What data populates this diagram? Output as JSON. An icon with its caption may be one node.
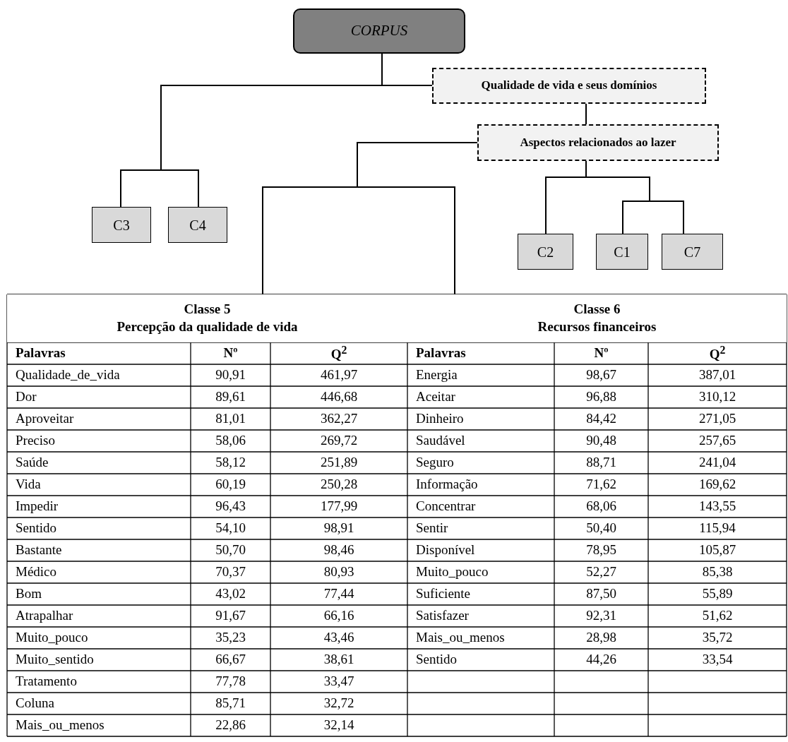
{
  "diagram": {
    "nodes": [
      {
        "text": [
          "CORPUS"
        ]
      },
      {
        "text": [
          "Qualidade de vida e seus domínios"
        ]
      },
      {
        "text": [
          "Aspectos relacionados ao lazer"
        ]
      },
      {
        "text": [
          "C3"
        ]
      },
      {
        "text": [
          "C4"
        ]
      },
      {
        "text": [
          "C2"
        ]
      },
      {
        "text": [
          "C1"
        ]
      },
      {
        "text": [
          "C7"
        ]
      },
      {
        "text": [
          "Classe 5",
          "Percepção da qualidade de vida"
        ]
      },
      {
        "text": [
          "Classe 6",
          "Recursos financeiros"
        ]
      }
    ],
    "edges": [
      {
        "from": 0,
        "to": 3,
        "arrow": "none"
      },
      {
        "from": 0,
        "to": 4,
        "arrow": "none"
      },
      {
        "from": 0,
        "to": 1,
        "arrow": "none"
      },
      {
        "from": 1,
        "to": 2,
        "arrow": "none"
      },
      {
        "from": 2,
        "to": 8,
        "arrow": "none"
      },
      {
        "from": 2,
        "to": 9,
        "arrow": "none"
      },
      {
        "from": 2,
        "to": 5,
        "arrow": "none"
      },
      {
        "from": 2,
        "to": 6,
        "arrow": "none"
      },
      {
        "from": 2,
        "to": 7,
        "arrow": "none"
      }
    ],
    "labels": [
      "Palavras",
      "Nº",
      "Q$^{2}$",
      "Palavras",
      "Nº",
      "Q$^{2}$",
      "Qualidade_de_vida",
      "90,91",
      "461,97",
      "Energia",
      "98,67",
      "387,01",
      "Dor",
      "89,61",
      "446,68",
      "Aceitar",
      "96,88",
      "310,12",
      "Aproveitar",
      "81,01",
      "362,27",
      "Dinheiro",
      "84,42",
      "271,05",
      "Preciso",
      "58,06",
      "269,72",
      "Saudável",
      "90,48",
      "257,65",
      "Saúde",
      "58,12",
      "251,89",
      "Seguro",
      "88,71",
      "241,04",
      "Vida",
      "60,19",
      "250,28",
      "Informação",
      "71,62",
      "169,62",
      "Impedir",
      "96,43",
      "177,99",
      "Concentrar",
      "68,06",
      "143,55",
      "Sentido",
      "54,10",
      "98,91",
      "Sentir",
      "50,40",
      "115,94",
      "Bastante",
      "50,70",
      "98,46",
      "Disponível",
      "78,95",
      "105,87",
      "Médico",
      "70,37",
      "80,93",
      "Muito_pouco",
      "52,27",
      "85,38",
      "Bom",
      "43,02",
      "77,44",
      "Suficiente",
      "87,50",
      "55,89",
      "Atrapalhar",
      "91,67",
      "66,16",
      "Satisfazer",
      "92,31",
      "51,62",
      "Muito_pouco",
      "35,23",
      "43,46",
      "Mais_ou_menos",
      "28,98",
      "35,72",
      "Muito_sentido",
      "66,67",
      "38,61",
      "Sentido",
      "44,26",
      "33,54",
      "Tratamento",
      "77,78",
      "33,47",
      "Coluna",
      "85,71",
      "32,72",
      "Mais_ou_menos",
      "22,86",
      "32,14"
    ]
  }
}
